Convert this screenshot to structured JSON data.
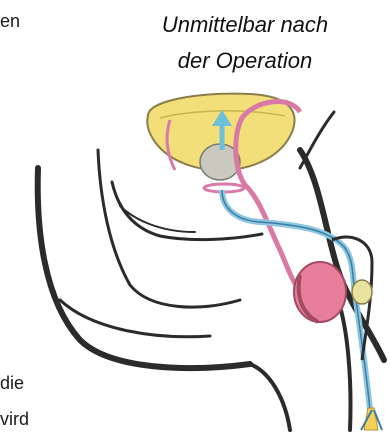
{
  "caption": {
    "line1": "Unmittelbar nach",
    "line2": "der Operation"
  },
  "cut_text": {
    "top": "en",
    "bottom1": "die",
    "bottom2": "vird"
  },
  "colors": {
    "bladder": "#f2df7a",
    "bladder_outline": "#8a7e4a",
    "catheter": "#8ec6e2",
    "vas_deferens": "#d97aa6",
    "testis": "#e87f9a",
    "body_outline": "#2b2b2b",
    "urine_drain": "#f6cf5b"
  },
  "icons": [
    "arrow-up-icon"
  ]
}
